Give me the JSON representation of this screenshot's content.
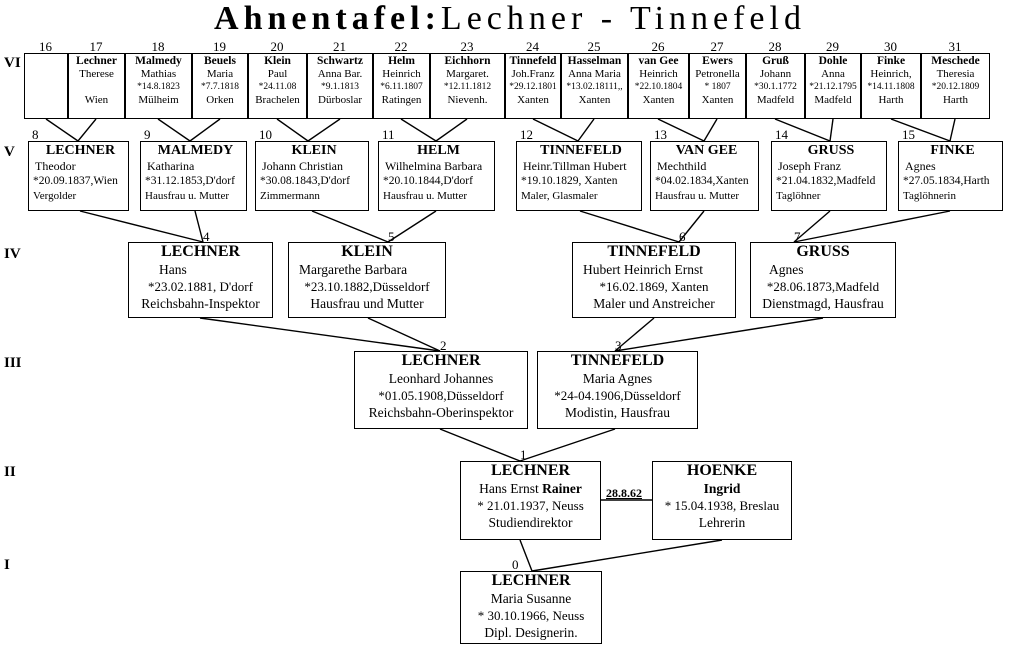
{
  "title": {
    "bold": "Ahnentafel:",
    "rest": "Lechner - Tinnefeld"
  },
  "generations": [
    "VI",
    "V",
    "IV",
    "III",
    "II",
    "I"
  ],
  "gen6": [
    {
      "num": "16",
      "surname": "",
      "given": "",
      "date": "",
      "place": ""
    },
    {
      "num": "17",
      "surname": "Lechner",
      "given": "Therese",
      "date": "",
      "place": "Wien"
    },
    {
      "num": "18",
      "surname": "Malmedy",
      "given": "Mathias",
      "date": "*14.8.1823",
      "place": "Mülheim"
    },
    {
      "num": "19",
      "surname": "Beuels",
      "given": "Maria",
      "date": "*7.7.1818",
      "place": "Orken"
    },
    {
      "num": "20",
      "surname": "Klein",
      "given": "Paul",
      "date": "*24.11.08",
      "place": "Brachelen"
    },
    {
      "num": "21",
      "surname": "Schwartz",
      "given": "Anna Bar.",
      "date": "*9.1.1813",
      "place": "Dürboslar"
    },
    {
      "num": "22",
      "surname": "Helm",
      "given": "Heinrich",
      "date": "*6.11.1807",
      "place": "Ratingen"
    },
    {
      "num": "23",
      "surname": "Eichhorn",
      "given": "Margaret.",
      "date": "*12.11.1812",
      "place": "Nievenh."
    },
    {
      "num": "24",
      "surname": "Tinnefeld",
      "given": "Joh.Franz",
      "date": "*29.12.1801",
      "place": "Xanten"
    },
    {
      "num": "25",
      "surname": "Hasselman",
      "given": "Anna Maria",
      "date": "*13.02.18111,,",
      "place": "Xanten"
    },
    {
      "num": "26",
      "surname": "van Gee",
      "given": "Heinrich",
      "date": "*22.10.1804",
      "place": "Xanten"
    },
    {
      "num": "27",
      "surname": "Ewers",
      "given": "Petronella",
      "date": "*        1807",
      "place": "Xanten"
    },
    {
      "num": "28",
      "surname": "Gruß",
      "given": "Johann",
      "date": "*30.1.1772",
      "place": "Madfeld"
    },
    {
      "num": "29",
      "surname": "Dohle",
      "given": "Anna",
      "date": "*21.12.1795",
      "place": "Madfeld"
    },
    {
      "num": "30",
      "surname": "Finke",
      "given": "Heinrich,",
      "date": "*14.11.1808",
      "place": "Harth"
    },
    {
      "num": "31",
      "surname": "Meschede",
      "given": "Theresia",
      "date": "*20.12.1809",
      "place": "Harth"
    }
  ],
  "gen5": [
    {
      "num": "8",
      "surname": "LECHNER",
      "given": "Theodor",
      "date": "*20.09.1837,Wien",
      "occ": "Vergolder"
    },
    {
      "num": "9",
      "surname": "MALMEDY",
      "given": "Katharina",
      "date": "*31.12.1853,D'dorf",
      "occ": "Hausfrau u. Mutter"
    },
    {
      "num": "10",
      "surname": "KLEIN",
      "given": "Johann Christian",
      "date": "*30.08.1843,D'dorf",
      "occ": "Zimmermann"
    },
    {
      "num": "11",
      "surname": "HELM",
      "given": "Wilhelmina Barbara",
      "date": "*20.10.1844,D'dorf",
      "occ": "Hausfrau u. Mutter"
    },
    {
      "num": "12",
      "surname": "TINNEFELD",
      "given": "Heinr.Tillman Hubert",
      "date": "*19.10.1829, Xanten",
      "occ": "Maler, Glasmaler"
    },
    {
      "num": "13",
      "surname": "VAN GEE",
      "given": "Mechthild",
      "date": "*04.02.1834,Xanten",
      "occ": "Hausfrau u. Mutter"
    },
    {
      "num": "14",
      "surname": "GRUSS",
      "given": "Joseph Franz",
      "date": "*21.04.1832,Madfeld",
      "occ": "Taglöhner"
    },
    {
      "num": "15",
      "surname": "FINKE",
      "given": "Agnes",
      "date": "*27.05.1834,Harth",
      "occ": "Taglöhnerin"
    }
  ],
  "gen4": [
    {
      "num": "4",
      "surname": "LECHNER",
      "given": "Hans",
      "date": "*23.02.1881, D'dorf",
      "occ": "Reichsbahn-Inspektor"
    },
    {
      "num": "5",
      "surname": "KLEIN",
      "given": "Margarethe Barbara",
      "date": "*23.10.1882,Düsseldorf",
      "occ": "Hausfrau und Mutter"
    },
    {
      "num": "6",
      "surname": "TINNEFELD",
      "given": "Hubert Heinrich Ernst",
      "date": "*16.02.1869, Xanten",
      "occ": "Maler und Anstreicher"
    },
    {
      "num": "7",
      "surname": "GRUSS",
      "given": "Agnes",
      "date": "*28.06.1873,Madfeld",
      "occ": "Dienstmagd, Hausfrau"
    }
  ],
  "gen3": [
    {
      "num": "2",
      "surname": "LECHNER",
      "given": "Leonhard Johannes",
      "date": "*01.05.1908,Düsseldorf",
      "occ": "Reichsbahn-Oberinspektor"
    },
    {
      "num": "3",
      "surname": "TINNEFELD",
      "given": "Maria Agnes",
      "date": "*24-04.1906,Düsseldorf",
      "occ": "Modistin, Hausfrau"
    }
  ],
  "gen2": [
    {
      "num": "1",
      "surname": "LECHNER",
      "given": "Hans Ernst",
      "given_bold": "Rainer",
      "date": "* 21.01.1937, Neuss",
      "occ": "Studiendirektor"
    },
    {
      "num": "",
      "surname": "HOENKE",
      "given": "",
      "given_bold": "Ingrid",
      "date": "* 15.04.1938, Breslau",
      "occ": "Lehrerin"
    }
  ],
  "marriage": "28.8.62",
  "gen1": {
    "num": "0",
    "surname": "LECHNER",
    "given": "Maria Susanne",
    "date": "* 30.10.1966, Neuss",
    "occ": "Dipl. Designerin."
  }
}
